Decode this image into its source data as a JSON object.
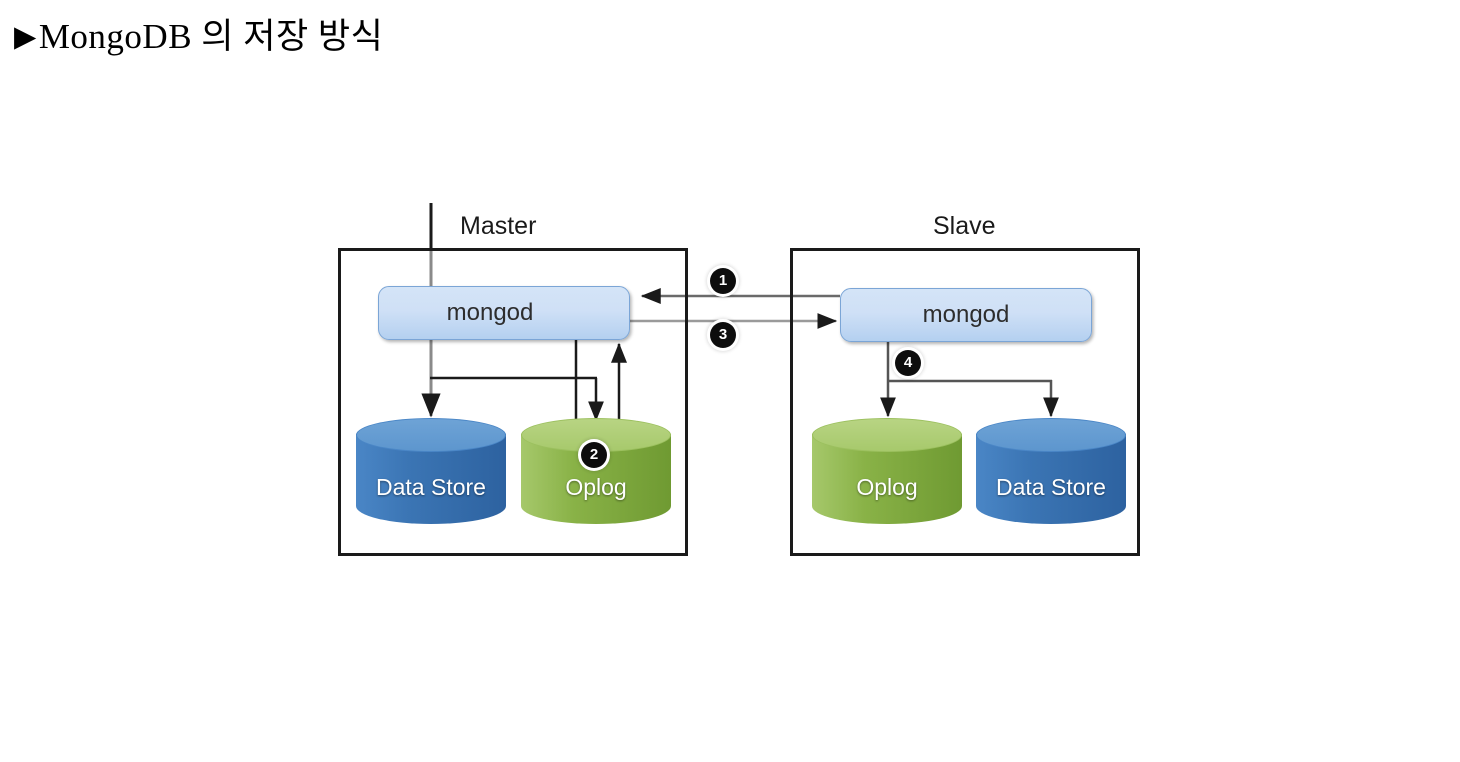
{
  "slide": {
    "bullet": "▶",
    "title": "MongoDB 의 저장 방식"
  },
  "diagram": {
    "type": "replication-architecture",
    "hosts": [
      {
        "id": "master",
        "caption": "Master",
        "process": {
          "label": "mongod"
        },
        "stores": [
          {
            "id": "master-datastore",
            "label": "Data Store",
            "color": "#3b75b4",
            "shape": "cylinder"
          },
          {
            "id": "master-oplog",
            "label": "Oplog",
            "color": "#89b247",
            "shape": "cylinder"
          }
        ]
      },
      {
        "id": "slave",
        "caption": "Slave",
        "process": {
          "label": "mongod"
        },
        "stores": [
          {
            "id": "slave-oplog",
            "label": "Oplog",
            "color": "#89b247",
            "shape": "cylinder"
          },
          {
            "id": "slave-datastore",
            "label": "Data Store",
            "color": "#3b75b4",
            "shape": "cylinder"
          }
        ]
      }
    ],
    "steps": [
      {
        "number": "1",
        "glyph": "❶",
        "from": "slave-mongod",
        "to": "master-mongod"
      },
      {
        "number": "2",
        "glyph": "❷",
        "from": "master-mongod",
        "to": "master-oplog"
      },
      {
        "number": "3",
        "glyph": "❸",
        "from": "master-mongod",
        "to": "slave-mongod"
      },
      {
        "number": "4",
        "glyph": "❹",
        "from": "slave-mongod",
        "to": "slave-stores"
      }
    ],
    "colors": {
      "process_fill_top": "#d4e4f7",
      "process_fill_bottom": "#b4d0f0",
      "process_border": "#7ba5d6",
      "datastore_blue": "#3b75b4",
      "oplog_green": "#89b247",
      "host_border": "#1a1a1a",
      "badge_fill": "#0d0d0d",
      "connector_dark": "#1a1a1a",
      "connector_light": "#9a9a9a"
    }
  }
}
